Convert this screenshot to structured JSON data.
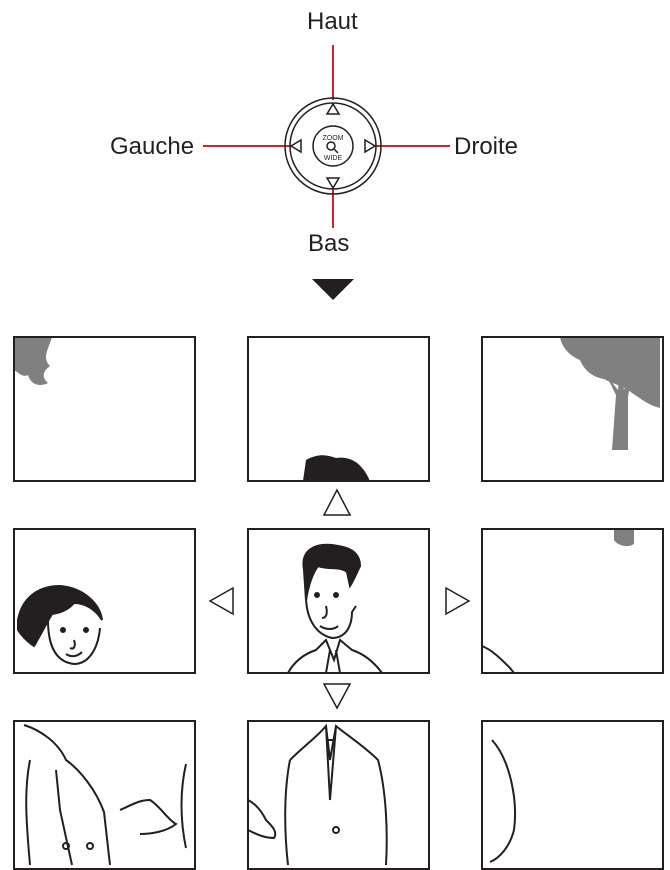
{
  "labels": {
    "up": "Haut",
    "left": "Gauche",
    "right": "Droite",
    "down": "Bas"
  },
  "dial": {
    "zoom_text": "ZOOM",
    "wide_text": "WIDE"
  },
  "colors": {
    "leader_line": "#d2232a",
    "line": "#231f20",
    "tree": "#808080"
  }
}
